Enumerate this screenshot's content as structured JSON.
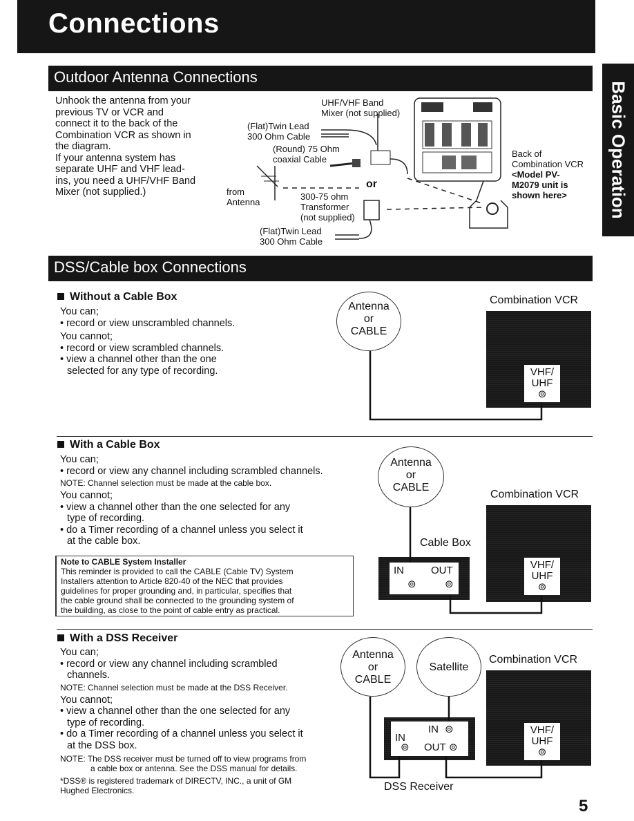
{
  "page": {
    "title": "Connections",
    "side_tab": "Basic Operation",
    "page_number": "5"
  },
  "outdoor": {
    "heading": "Outdoor Antenna Connections",
    "lines": [
      "Unhook the antenna from your",
      "previous TV or VCR and",
      "connect it to the back of the",
      "Combination VCR as shown in",
      "the diagram.",
      "If your antenna system has",
      "separate UHF and VHF lead-",
      "ins, you need a UHF/VHF Band",
      "Mixer (not supplied.)"
    ],
    "labels": {
      "mixer_1": "UHF/VHF Band",
      "mixer_2": "Mixer (not supplied)",
      "twin_lead_1": "(Flat)Twin Lead",
      "twin_lead_2": "300 Ohm Cable",
      "coax_1": "(Round) 75 Ohm",
      "coax_2": "coaxial Cable",
      "or": "or",
      "from_1": "from",
      "from_2": "Antenna",
      "transformer_1": "300-75 ohm",
      "transformer_2": "Transformer",
      "transformer_3": "(not supplied)",
      "twin_lead_b1": "(Flat)Twin Lead",
      "twin_lead_b2": "300 Ohm Cable",
      "back_1": "Back of",
      "back_2": "Combination VCR",
      "back_3": "<Model PV-",
      "back_4": "M2079 unit is",
      "back_5": "shown here>"
    }
  },
  "dss_section": {
    "heading": "DSS/Cable box Connections"
  },
  "without_box": {
    "title": "Without a Cable Box",
    "can": "You can;",
    "can_items": [
      "• record or view unscrambled channels."
    ],
    "cannot": "You cannot;",
    "cannot_items": [
      "• record or view scrambled channels.",
      "• view a channel other than the one",
      "selected for any type of recording."
    ],
    "bubble": [
      "Antenna",
      "or",
      "CABLE"
    ],
    "vcr_label": "Combination VCR",
    "jack": [
      "VHF/",
      "UHF"
    ]
  },
  "with_box": {
    "title": "With a Cable Box",
    "can": "You can;",
    "can_items": [
      "• record or view any channel including scrambled channels."
    ],
    "note": "NOTE: Channel selection must be made at the cable box.",
    "cannot": "You cannot;",
    "cannot_items": [
      "• view a channel other than the one selected for any",
      "type of recording.",
      "• do a Timer recording of a channel unless you select it",
      "at the cable box."
    ],
    "installer_title": "Note to CABLE System Installer",
    "installer_lines": [
      "This reminder is provided to call the CABLE (Cable TV) System",
      "Installers attention to Article 820-40 of the NEC that provides",
      "guidelines for proper grounding and, in particular, specifies that",
      "the cable ground shall be connected to the grounding system of",
      "the building, as close to the point of cable entry as practical."
    ],
    "bubble": [
      "Antenna",
      "or",
      "CABLE"
    ],
    "vcr_label": "Combination VCR",
    "cable_box_label": "Cable Box",
    "in": "IN",
    "out": "OUT",
    "jack": [
      "VHF/",
      "UHF"
    ]
  },
  "with_dss": {
    "title": "With a DSS Receiver",
    "can": "You can;",
    "can_items": [
      "• record or view any channel including scrambled",
      "channels."
    ],
    "note1": "NOTE: Channel selection must be made at the DSS Receiver.",
    "cannot": "You cannot;",
    "cannot_items": [
      "• view a channel other than the one selected for any",
      "type of recording.",
      "• do a Timer recording of a channel unless you select it",
      "at the DSS box."
    ],
    "note2": [
      "NOTE: The DSS receiver must be turned off to view programs from",
      "a cable box or antenna. See the DSS manual for details."
    ],
    "trademark": [
      "*DSS® is registered trademark of DIRECTV, INC., a unit of GM",
      "Hughed Electronics."
    ],
    "bubble": [
      "Antenna",
      "or",
      "CABLE"
    ],
    "satellite": "Satellite",
    "vcr_label": "Combination VCR",
    "receiver_label": "DSS Receiver",
    "in": "IN",
    "in2": "IN",
    "out": "OUT",
    "jack": [
      "VHF/",
      "UHF"
    ]
  }
}
